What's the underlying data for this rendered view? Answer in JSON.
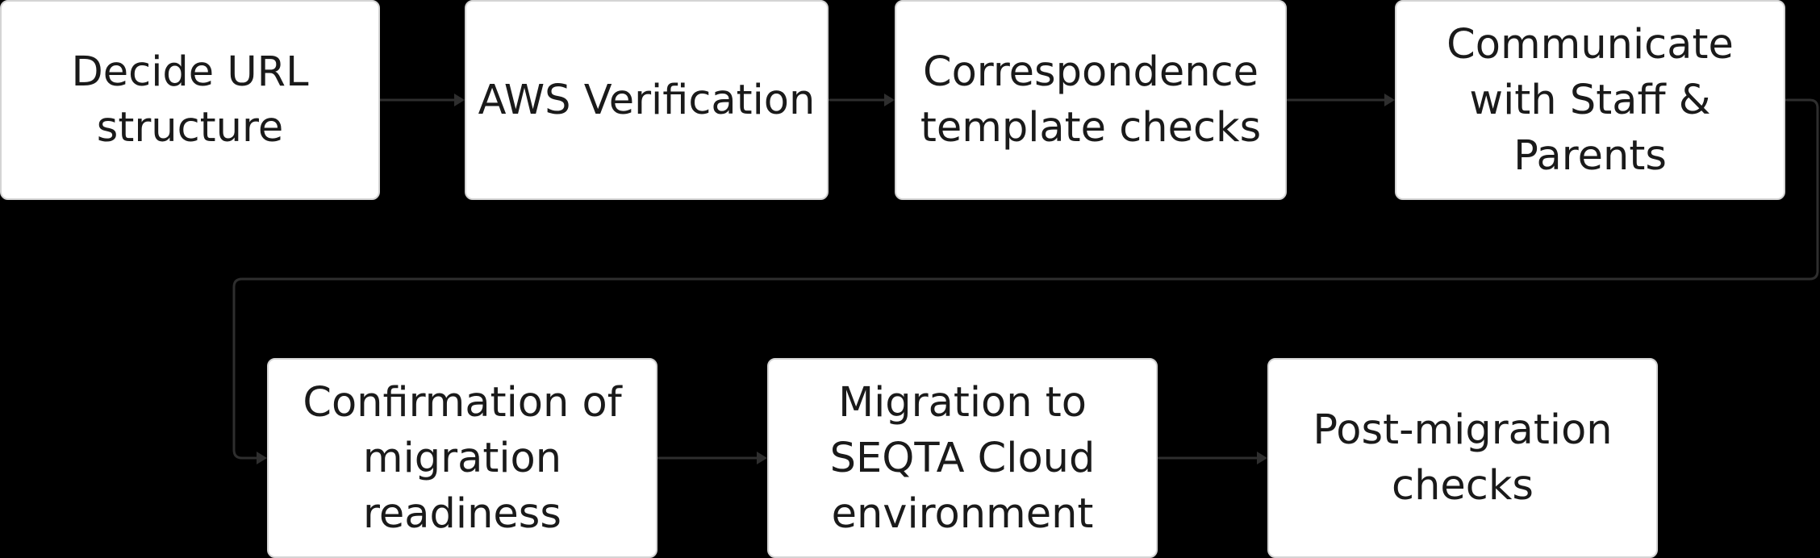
{
  "diagram": {
    "type": "flowchart",
    "nodes": [
      {
        "id": "n1",
        "label": "Decide URL\nstructure"
      },
      {
        "id": "n2",
        "label": "AWS Verification"
      },
      {
        "id": "n3",
        "label": "Correspondence\ntemplate checks"
      },
      {
        "id": "n4",
        "label": "Communicate\nwith Staff &\nParents"
      },
      {
        "id": "n5",
        "label": "Confirmation of\nmigration\nreadiness"
      },
      {
        "id": "n6",
        "label": "Migration to\nSEQTA Cloud\nenvironment"
      },
      {
        "id": "n7",
        "label": "Post-migration\nchecks"
      }
    ],
    "edges": [
      {
        "from": "n1",
        "to": "n2"
      },
      {
        "from": "n2",
        "to": "n3"
      },
      {
        "from": "n3",
        "to": "n4"
      },
      {
        "from": "n4",
        "to": "n5"
      },
      {
        "from": "n5",
        "to": "n6"
      },
      {
        "from": "n6",
        "to": "n7"
      }
    ],
    "colors": {
      "background": "#000000",
      "node_fill": "#ffffff",
      "node_border": "#d4d4d4",
      "node_text": "#1a1a1a",
      "connector": "#2e2e2e"
    }
  }
}
